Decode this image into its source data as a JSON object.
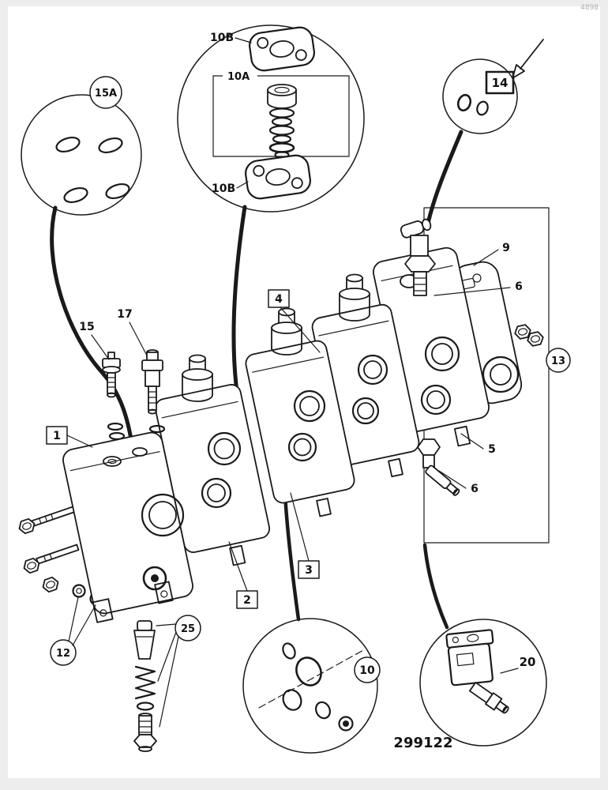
{
  "header": {
    "corner_text": "4898"
  },
  "figure": {
    "drawing_number": "299122"
  },
  "colors": {
    "line": "#1a1a1a",
    "highlight_border": "#e0761f",
    "highlight_fill": "#f9c489",
    "arrow": "#2543cc",
    "paper": "#ffffff",
    "margin": "#ededed"
  },
  "callouts": {
    "item1": "1",
    "item2": "2",
    "item3": "3",
    "item4": "4",
    "item5": "5",
    "item6_upper": "6",
    "item6_lower": "6",
    "item9": "9",
    "item10": "10",
    "item10a": "10A",
    "item10b_upper": "10B",
    "item10b_lower": "10B",
    "item12": "12",
    "item13": "13",
    "item14": "14",
    "item15": "15",
    "item15a": "15A",
    "item17": "17",
    "item20": "20",
    "item25": "25"
  }
}
